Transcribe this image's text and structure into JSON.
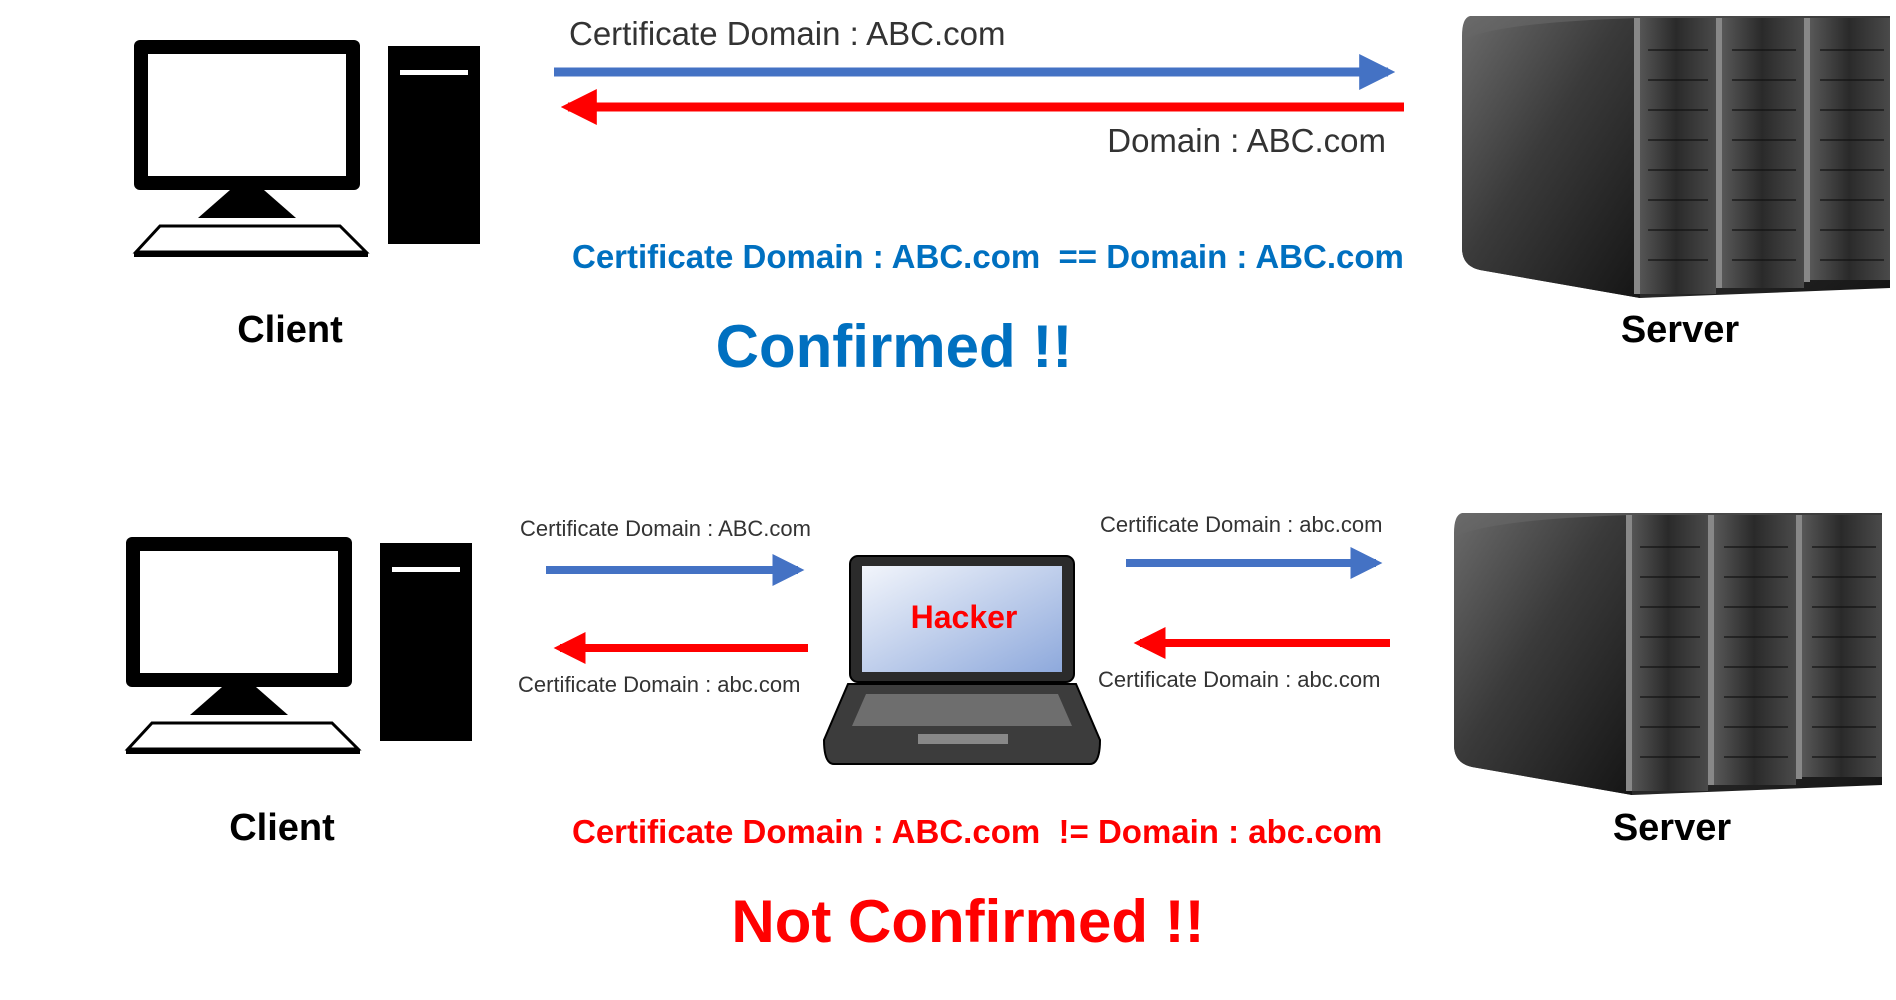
{
  "top": {
    "arrow_out_label": "Certificate Domain : ABC.com",
    "arrow_back_label": "Domain : ABC.com",
    "comparison": "Certificate Domain : ABC.com  == Domain : ABC.com",
    "result": "Confirmed !!",
    "client_label": "Client",
    "server_label": "Server"
  },
  "bottom": {
    "client_to_hacker_label": "Certificate Domain : ABC.com",
    "hacker_to_client_label": "Certificate Domain : abc.com",
    "hacker_to_server_label": "Certificate Domain : abc.com",
    "server_to_hacker_label": "Certificate Domain : abc.com",
    "hacker_label": "Hacker",
    "comparison": "Certificate Domain : ABC.com  != Domain : abc.com",
    "result": "Not Confirmed !!",
    "client_label": "Client",
    "server_label": "Server"
  },
  "colors": {
    "request_arrow": "#4472C4",
    "response_arrow": "#FF0000",
    "confirmed_text": "#0070C0",
    "not_confirmed_text": "#FF0000",
    "label_text": "#333333"
  },
  "icons": [
    "desktop-computer-icon",
    "server-rack-icon",
    "laptop-icon"
  ]
}
